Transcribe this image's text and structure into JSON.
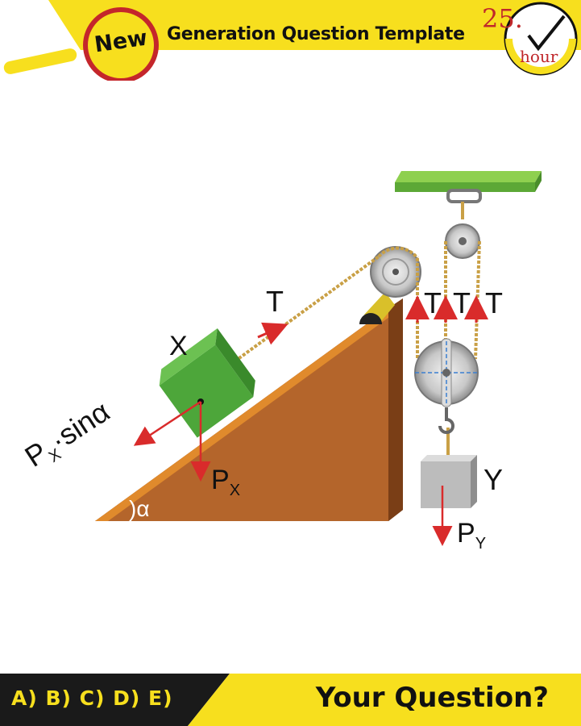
{
  "header": {
    "badge": "New",
    "title": "Generation Question Template",
    "clock_number": "25.",
    "clock_unit": "hour"
  },
  "diagram": {
    "label_T_rope": "T",
    "label_X": "X",
    "label_Px_sin": "P",
    "label_Px_sin_sub": "X",
    "label_Px_sin_tail": "·sinα",
    "label_Px": "P",
    "label_Px_sub": "X",
    "label_alpha": ")α",
    "label_T1": "T",
    "label_T2": "T",
    "label_T3": "T",
    "label_Y": "Y",
    "label_Py": "P",
    "label_Py_sub": "Y"
  },
  "footer": {
    "answers": "A) B) C) D) E)",
    "question": "Your Question?"
  },
  "colors": {
    "yellow": "#f7df1e",
    "dark": "#1a1a1a",
    "arrow_red": "#d92b2b",
    "block_green": "#4da63a",
    "wedge_brown": "#b4652b",
    "beam_green": "#6cbf3a"
  }
}
